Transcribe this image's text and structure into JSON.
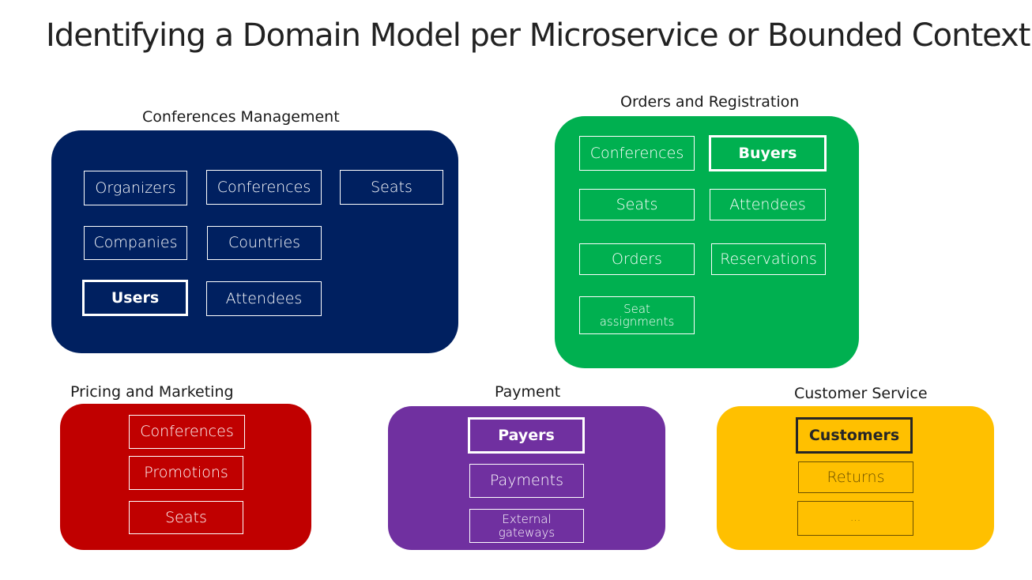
{
  "title": "Identifying a Domain Model per Microservice or Bounded Context",
  "contexts": [
    {
      "label": "Conferences Management",
      "color": "#002060",
      "entities": [
        "Organizers",
        "Conferences",
        "Seats",
        "Companies",
        "Countries",
        "Users",
        "Attendees"
      ],
      "aggregate_root": "Users"
    },
    {
      "label": "Orders and Registration",
      "color": "#00b050",
      "entities": [
        "Conferences",
        "Buyers",
        "Seats",
        "Attendees",
        "Orders",
        "Reservations",
        "Seat assignments"
      ],
      "aggregate_root": "Buyers"
    },
    {
      "label": "Pricing and Marketing",
      "color": "#c00000",
      "entities": [
        "Conferences",
        "Promotions",
        "Seats"
      ],
      "aggregate_root": ""
    },
    {
      "label": "Payment",
      "color": "#7030a0",
      "entities": [
        "Payers",
        "Payments",
        "External gateways"
      ],
      "aggregate_root": "Payers"
    },
    {
      "label": "Customer Service",
      "color": "#ffc000",
      "entities": [
        "Customers",
        "Returns",
        "..."
      ],
      "aggregate_root": "Customers"
    }
  ]
}
